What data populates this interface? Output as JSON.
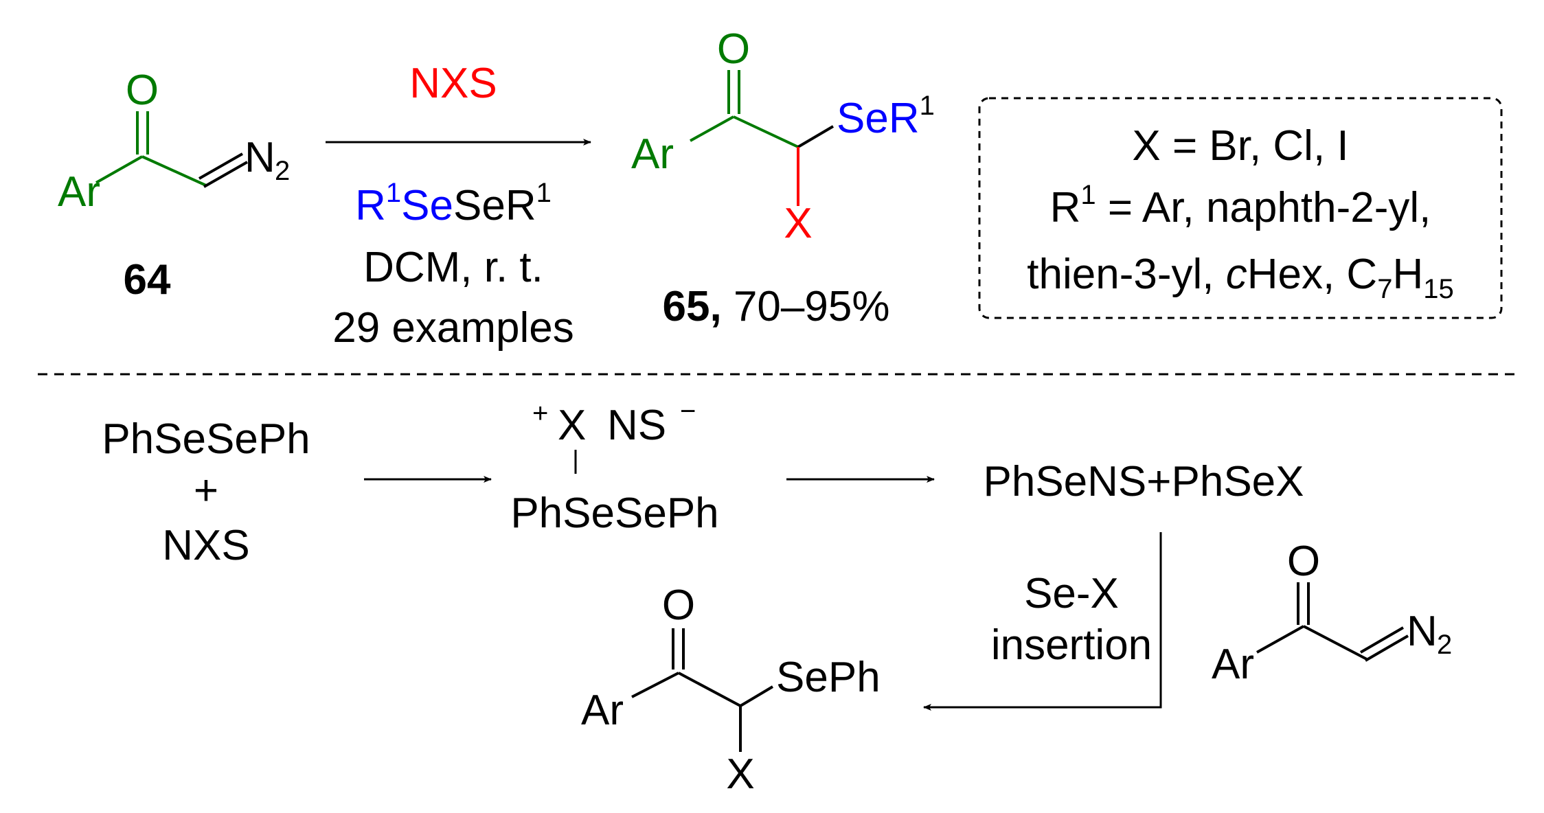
{
  "colors": {
    "black": "#000000",
    "green": "#007a00",
    "red": "#ff0000",
    "blue": "#0000ff"
  },
  "top": {
    "sm": {
      "o": "O",
      "ar": "Ar",
      "n": "N",
      "n_sub": "2",
      "compound": "64"
    },
    "reagent": {
      "above": "NXS",
      "r": "R",
      "sup1": "1",
      "se": "Se",
      "ser": "SeR",
      "sup2": "1",
      "solvent": "DCM, r. t.",
      "examples": "29 examples"
    },
    "product": {
      "o": "O",
      "ar": "Ar",
      "ser": "SeR",
      "ser_sup": "1",
      "x": "X",
      "compound": "65,",
      "yield": " 70–95%"
    },
    "box": {
      "line1": "X = Br, Cl, I",
      "line2_r": "R",
      "line2_sup": "1",
      "line2_rest": " = Ar, naphth-2-yl,",
      "line3_a": "thien-3-yl, ",
      "line3_c": "c",
      "line3_b": "Hex, C",
      "line3_sub1": "7",
      "line3_h": "H",
      "line3_sub2": "15"
    }
  },
  "mechanism": {
    "step1": {
      "a": "PhSeSePh",
      "plus": "+",
      "b": "NXS"
    },
    "intermediate": {
      "plus": "+",
      "x": "X",
      "ns": "NS",
      "minus": "−",
      "bottom": "PhSeSePh"
    },
    "step3": "PhSeNS+PhSeX",
    "insertion": {
      "line1": "Se-X",
      "line2": "insertion"
    },
    "diazo": {
      "o": "O",
      "ar": "Ar",
      "n": "N",
      "n_sub": "2"
    },
    "product": {
      "o": "O",
      "ar": "Ar",
      "seph": "SePh",
      "x": "X"
    }
  }
}
